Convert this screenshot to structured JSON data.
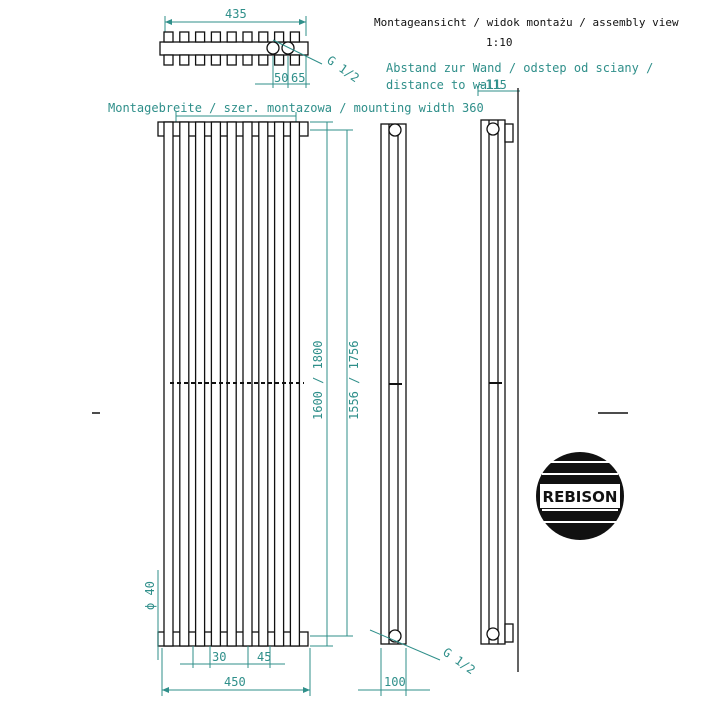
{
  "header": {
    "title": "Montageansicht / widok montażu / assembly view",
    "scale": "1:10"
  },
  "top_view": {
    "width_label": "435",
    "thread_label": "G 1/2",
    "pipe_offset_1": "50",
    "pipe_offset_2": "65"
  },
  "wall_distance": {
    "line1": "Abstand zur Wand / odstep od sciany /",
    "line2": "distance to wall",
    "value": "~115"
  },
  "front_view": {
    "mounting_width": "Montagebreite / szer. montazowa / mounting width 360",
    "height_total": "1600 / 1800",
    "height_connection": "1556 / 1756",
    "pipe_diameter": "ϕ 40",
    "gap_label": "30",
    "pitch_label": "45",
    "total_width": "450"
  },
  "side_view": {
    "thread_label": "G 1/2",
    "depth_label": "100"
  },
  "logo": {
    "text": "REBISON"
  },
  "colors": {
    "dimension": "#2f8f8a",
    "outline": "#111111"
  }
}
